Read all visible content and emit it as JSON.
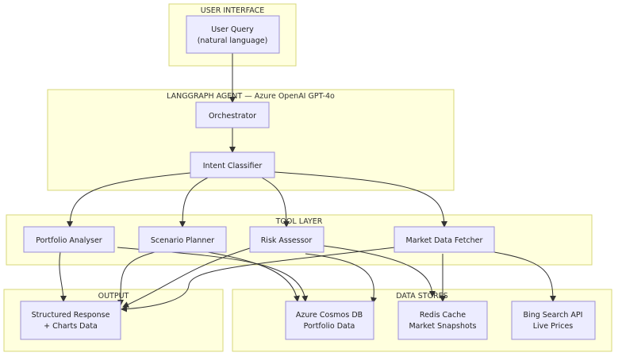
{
  "clusters": {
    "ui": "USER INTERFACE",
    "agent": "LANGGRAPH AGENT — Azure OpenAI GPT-4o",
    "tools": "TOOL LAYER",
    "output": "OUTPUT",
    "stores": "DATA STORES"
  },
  "nodes": {
    "user_query": [
      "User Query",
      "(natural language)"
    ],
    "orchestrator": [
      "Orchestrator"
    ],
    "intent_classifier": [
      "Intent Classifier"
    ],
    "portfolio_analyser": [
      "Portfolio Analyser"
    ],
    "scenario_planner": [
      "Scenario Planner"
    ],
    "risk_assessor": [
      "Risk Assessor"
    ],
    "market_fetcher": [
      "Market Data Fetcher"
    ],
    "structured_response": [
      "Structured Response",
      "+ Charts Data"
    ],
    "cosmos": [
      "Azure Cosmos DB",
      "Portfolio Data"
    ],
    "redis": [
      "Redis Cache",
      "Market Snapshots"
    ],
    "bing": [
      "Bing Search API",
      "Live Prices"
    ]
  }
}
